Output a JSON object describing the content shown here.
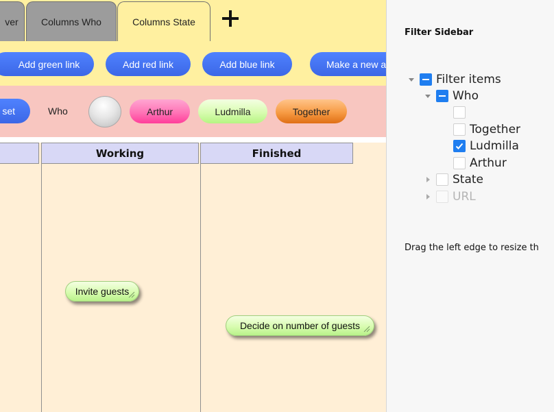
{
  "tabs": [
    {
      "label": "ver"
    },
    {
      "label": "Columns Who"
    },
    {
      "label": "Columns State"
    }
  ],
  "link_buttons": {
    "green": "Add green link",
    "red": "Add red link",
    "blue": "Add blue link",
    "make_new": "Make a new a"
  },
  "filter_bar": {
    "reset_label": "set",
    "who_label": "Who",
    "pills": [
      "Arthur",
      "Ludmilla",
      "Together"
    ]
  },
  "columns": {
    "headers": [
      "",
      "Working",
      "Finished"
    ]
  },
  "cards": {
    "invite": "Invite guests",
    "decide": "Decide on number of guests"
  },
  "sidebar": {
    "title": "Filter Sidebar",
    "root": "Filter items",
    "who": "Who",
    "who_items": [
      "",
      "Together",
      "Ludmilla",
      "Arthur"
    ],
    "state": "State",
    "url": "URL",
    "hint": "Drag the left edge to resize th"
  },
  "colors": {
    "tab_bar": "#fff0a0",
    "filter_bar": "#f8c6c0",
    "board": "#ffefd6",
    "accent_blue": "#3c67e6",
    "checkbox_blue": "#1f7ef0"
  },
  "icons": {
    "add_tab": "plus-icon",
    "checked": "check-icon",
    "partial": "minus-icon",
    "expanded": "caret-down-icon",
    "collapsed": "caret-right-icon",
    "resize": "resize-grip-icon"
  }
}
